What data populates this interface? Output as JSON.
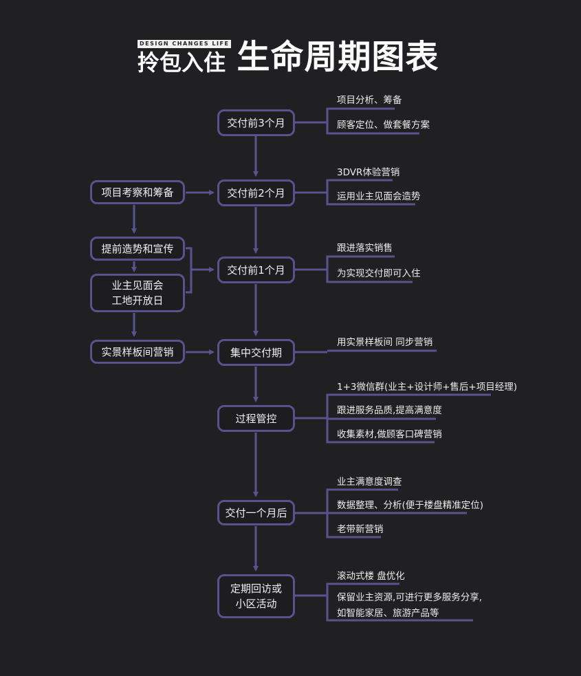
{
  "header": {
    "tagline": "DESIGN CHANGES LIFE",
    "title_small": "拎包入住",
    "title_large": "生命周期图表"
  },
  "colors": {
    "background": "#202022",
    "line": "#5a528f",
    "text": "#ececec"
  },
  "main_flow": [
    {
      "label": "交付前3个月",
      "notes": [
        "项目分析、筹备",
        "顾客定位、做套餐方案"
      ]
    },
    {
      "label": "交付前2个月",
      "notes": [
        "3DVR体验营销",
        "运用业主见面会造势"
      ]
    },
    {
      "label": "交付前1个月",
      "notes": [
        "跟进落实销售",
        "为实现交付即可入住"
      ]
    },
    {
      "label": "集中交付期",
      "notes": [
        "用实景样板间 同步营销"
      ]
    },
    {
      "label": "过程管控",
      "notes": [
        "1+3微信群(业主+设计师+售后+项目经理)",
        "跟进服务品质,提高满意度",
        "收集素材,做顾客口碑营销"
      ]
    },
    {
      "label": "交付一个月后",
      "notes": [
        "业主满意度调查",
        "数据整理、分析(便于楼盘精准定位)",
        "老带新营销"
      ]
    },
    {
      "label": "定期回访或\n小区活动",
      "notes": [
        "滚动式楼 盘优化",
        "保留业主资源,可进行更多服务分享,\n如智能家居、旅游产品等"
      ]
    }
  ],
  "side_flow": [
    {
      "label": "项目考察和筹备"
    },
    {
      "label": "提前造势和宣传"
    },
    {
      "label": "业主见面会\n工地开放日"
    },
    {
      "label": "实景样板间营销"
    }
  ]
}
